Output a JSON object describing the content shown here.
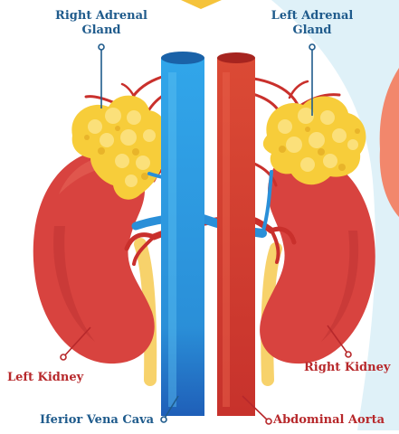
{
  "labels": {
    "right_adrenal_line1": "Right Adrenal",
    "right_adrenal_line2": "Gland",
    "left_adrenal_line1": "Left Adrenal",
    "left_adrenal_line2": "Gland",
    "left_kidney": "Left Kidney",
    "right_kidney": "Right Kidney",
    "vena_cava": "Iferior Vena Cava",
    "aorta": "Abdominal Aorta"
  },
  "colors": {
    "vein": "#2a8fd8",
    "artery": "#d53a2e",
    "kidney": "#d8433f",
    "kidney_dark": "#b52e30",
    "adrenal": "#f7cd3a",
    "ureter": "#f7d26b",
    "label_blue": "#1f5b8c",
    "label_red": "#b7282b",
    "background_right": "#dff1f8"
  }
}
